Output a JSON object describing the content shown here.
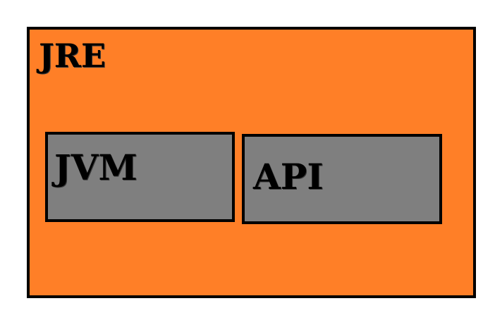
{
  "diagram": {
    "outer": {
      "label": "JRE",
      "fill": "#ff7f27",
      "border": "#000000"
    },
    "components": [
      {
        "label": "JVM",
        "fill": "#7f7f7f",
        "border": "#000000"
      },
      {
        "label": "API",
        "fill": "#7f7f7f",
        "border": "#000000"
      }
    ]
  }
}
